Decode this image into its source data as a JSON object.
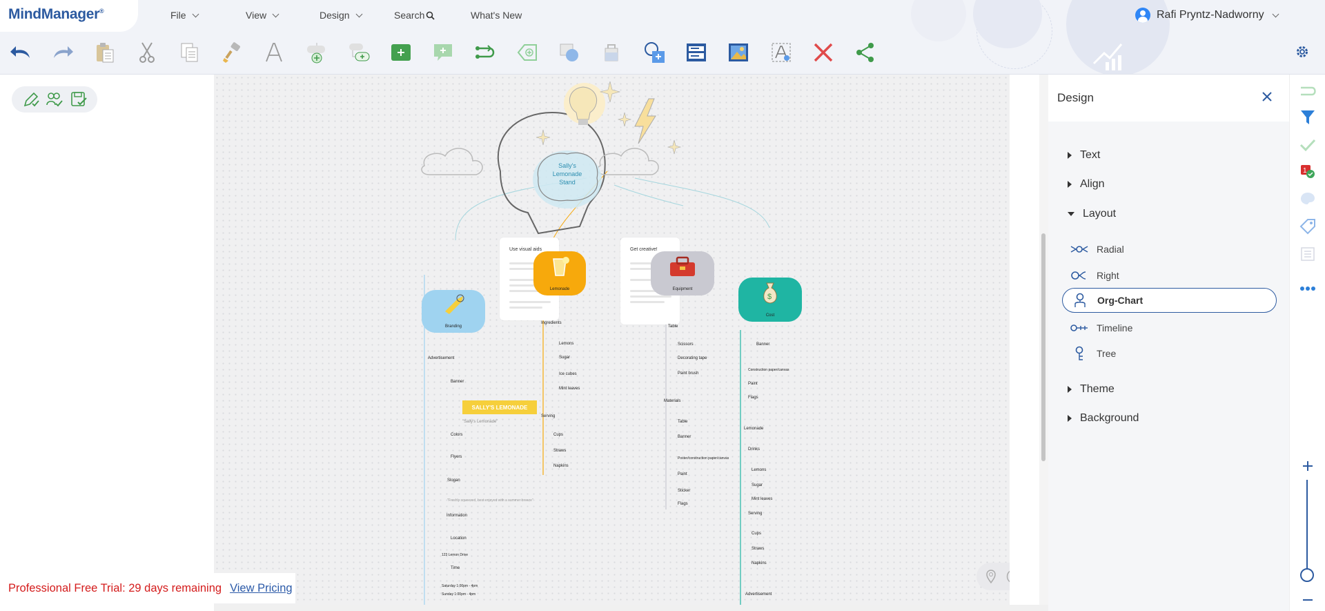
{
  "app": {
    "logo": "MindManager",
    "logo_mark": "®"
  },
  "menu": {
    "file": "File",
    "view": "View",
    "design": "Design",
    "search": "Search",
    "whats_new": "What's New"
  },
  "user": {
    "name": "Rafi Pryntz-Nadworny"
  },
  "toolbar_icons": [
    "undo-icon",
    "redo-icon",
    "paste-icon",
    "cut-icon",
    "copy-icon",
    "format-painter-icon",
    "text-format-icon",
    "add-topic-icon",
    "add-subtopic-icon",
    "add-floating-topic-icon",
    "add-callout-icon",
    "add-relationship-icon",
    "add-tag-icon",
    "add-boundary-icon",
    "fill-icon",
    "insert-image-icon",
    "properties-icon",
    "background-image-icon",
    "text-select-icon",
    "delete-icon",
    "share-icon"
  ],
  "trial": {
    "text": "Professional Free Trial: 29 days remaining",
    "link": "View Pricing"
  },
  "map": {
    "central": "Sally's Lemonade Stand",
    "branches": {
      "branding": "Branding",
      "lemonade": "Lemonade",
      "equipment": "Equipment",
      "cost": "Cost"
    },
    "cards": {
      "visual_title": "Use visual aids",
      "creative_title": "Get creative!"
    },
    "slogan_banner": "SALLY'S LEMONADE",
    "slogan_caption": "\"Sally's Lemonade\"",
    "branding_items": [
      "Advertisement",
      "Banner",
      "Colors",
      "Flyers",
      "Slogan",
      "Information",
      "Location",
      "Time"
    ],
    "branding_quote": "\"Freshly squeezed, best enjoyed with a summer breeze\"",
    "branding_times": [
      "123 Lemon Drive",
      "Saturday 1:00pm - 4pm",
      "Sunday 1:00pm - 4pm"
    ],
    "lemonade_items": [
      "Ingredients",
      "Lemons",
      "Sugar",
      "Ice cubes",
      "Mint leaves",
      "Serving",
      "Cups",
      "Straws",
      "Napkins"
    ],
    "equipment_items": [
      "Table",
      "Scissors",
      "Decorating tape",
      "Paint brush",
      "Materials",
      "Table",
      "Banner",
      "Poster/construction paper/canvas",
      "Paint",
      "Sticker",
      "Flags"
    ],
    "cost_items": [
      "Banner",
      "Construction paper/canvas",
      "Paint",
      "Flags",
      "Lemonade",
      "Drinks",
      "Lemons",
      "Sugar",
      "Mint leaves",
      "Serving",
      "Cups",
      "Straws",
      "Napkins",
      "Advertisement"
    ]
  },
  "design_panel": {
    "title": "Design",
    "sections": {
      "text": "Text",
      "align": "Align",
      "layout": "Layout",
      "theme": "Theme",
      "background": "Background"
    },
    "layout_options": [
      "Radial",
      "Right",
      "Org-Chart",
      "Timeline",
      "Tree"
    ],
    "selected_layout": "Org-Chart"
  },
  "colors": {
    "brand": "#2c5aa0",
    "trial": "#d41c1c",
    "lemonade_node": "#f7a90c",
    "branding_node": "#9fd3f0",
    "equipment_node": "#c9c9d1",
    "cost_node": "#1fb5a3"
  }
}
